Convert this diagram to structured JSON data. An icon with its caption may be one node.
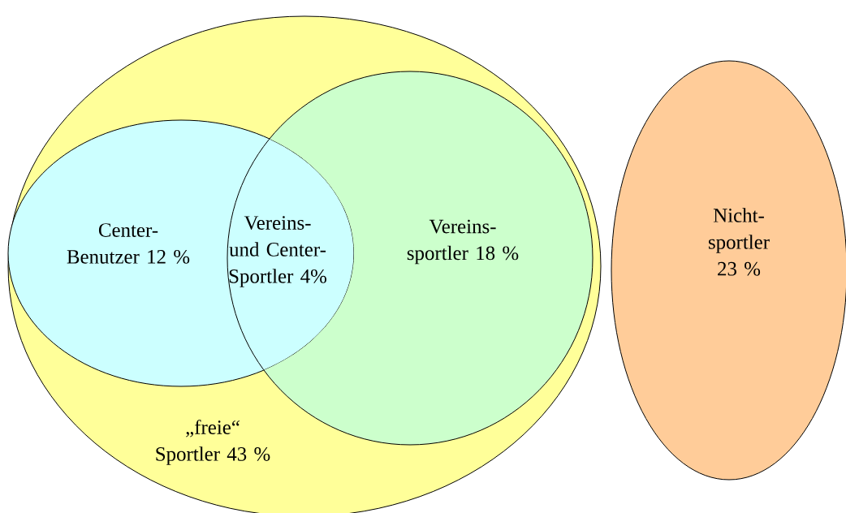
{
  "diagram": {
    "nodes": [
      {
        "text": [
          "„freie“ Sportler 43 %"
        ]
      },
      {
        "text": [
          "Center-Benutzer 12 %"
        ],
        "in": 0
      },
      {
        "text": [
          "Vereins-sportler 18 %"
        ],
        "in": 0
      },
      {
        "text": [
          "Nicht-sportler 23 %"
        ]
      }
    ],
    "labels": [
      "Vereins- und Center-Sportler 4%"
    ]
  }
}
